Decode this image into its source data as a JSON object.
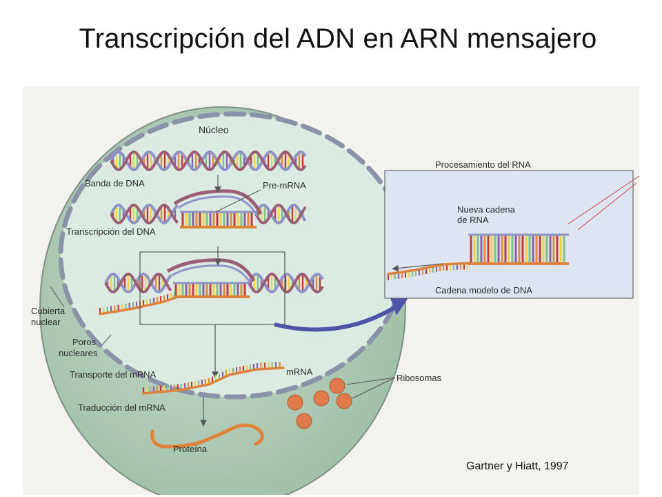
{
  "slide": {
    "title": "Transcripción del ADN en ARN mensajero",
    "citation": "Gartner y Hiatt, 1997"
  },
  "diagram": {
    "labels": {
      "nucleus": "Núcleo",
      "dna_strand": "Banda de DNA",
      "pre_mrna": "Pre-mRNA",
      "dna_transcription": "Transcripción del DNA",
      "nuclear_envelope_1": "Cubierta",
      "nuclear_envelope_2": "nuclear",
      "nuclear_pores_1": "Poros",
      "nuclear_pores_2": "nucleares",
      "mrna_transport": "Transporte del mRNA",
      "mrna": "mRNA",
      "ribosomes": "Ribosomas",
      "mrna_translation": "Traducción del mRNA",
      "protein": "Proteína",
      "rna_processing": "Procesamiento del RNA",
      "new_rna_strand_1": "Nueva cadena",
      "new_rna_strand_2": "de RNA",
      "dna_template_strand": "Cadena modelo de DNA"
    },
    "colors": {
      "cell_fill": "#a9c9b2",
      "nucleus_fill": "#dcebe2",
      "envelope": "#8b93a8",
      "helix_a": "#9a5f77",
      "helix_b": "#8f93c7",
      "rung_colors": [
        "#c2393a",
        "#f0d24a",
        "#7fbf7f",
        "#8a5fa8",
        "#e08b3a"
      ],
      "mrna": "#e0823a",
      "ribosome": "#e07a4a",
      "arrow_blue": "#4e54a8",
      "paper": "#f4f2ee",
      "inset_bg": "#dde6f0"
    }
  }
}
